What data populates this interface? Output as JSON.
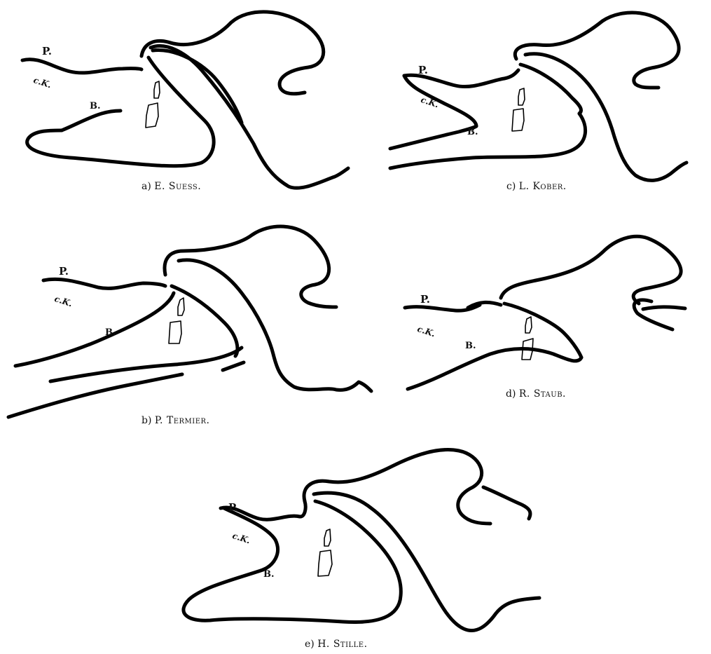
{
  "panels": [
    {
      "id": "a",
      "caption_prefix": "a)",
      "caption_name": "E. Suess.",
      "labels": {
        "p": "P.",
        "ck": "c.K.",
        "b": "B."
      }
    },
    {
      "id": "b",
      "caption_prefix": "b)",
      "caption_name": "P. Termier.",
      "labels": {
        "p": "P.",
        "ck": "c.K.",
        "b": "B."
      }
    },
    {
      "id": "c",
      "caption_prefix": "c)",
      "caption_name": "L. Kober.",
      "labels": {
        "p": "P.",
        "ck": "c.K.",
        "b": "B."
      }
    },
    {
      "id": "d",
      "caption_prefix": "d)",
      "caption_name": "R. Staub.",
      "labels": {
        "p": "P.",
        "ck": "c.K.",
        "b": "B."
      }
    },
    {
      "id": "e",
      "caption_prefix": "e)",
      "caption_name": "H. Stille.",
      "labels": {
        "p": "P.",
        "ck": "c.K.",
        "b": "B."
      }
    }
  ]
}
